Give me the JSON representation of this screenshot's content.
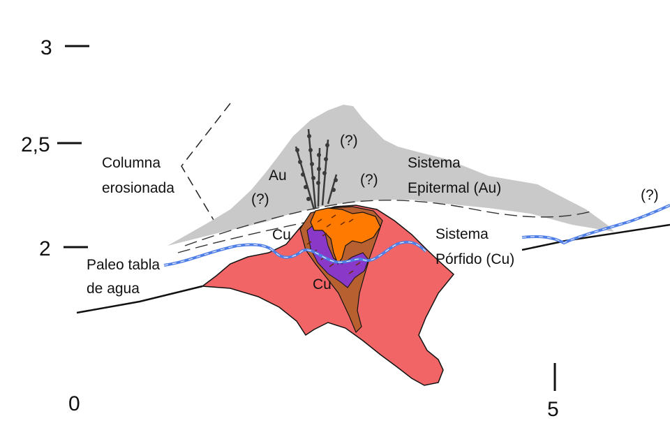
{
  "axis": {
    "y_ticks": [
      "3",
      "2,5",
      "2"
    ],
    "x_start": "0",
    "x_end": "5"
  },
  "labels": {
    "columna_line1": "Columna",
    "columna_line2": "erosionada",
    "paleo_line1": "Paleo tabla",
    "paleo_line2": "de agua",
    "au": "Au",
    "q1": "(?)",
    "q2": "(?)",
    "q3": "(?)",
    "q4": "(?)",
    "epi_line1": "Sistema",
    "epi_line2": "Epitermal (Au)",
    "por_line1": "Sistema",
    "por_line2": "Pórfido (Cu)",
    "cu_top": "Cu",
    "cu_bottom": "Cu"
  },
  "colors": {
    "epithermal_zone": "#c9c9c9",
    "intrusion": "#f26566",
    "potassic_core": "#ff7a00",
    "alteration_brown": "#b86030",
    "alteration_purple": "#8a38c8",
    "water_table": "#4f7fe6",
    "surface_line": "#111111"
  }
}
